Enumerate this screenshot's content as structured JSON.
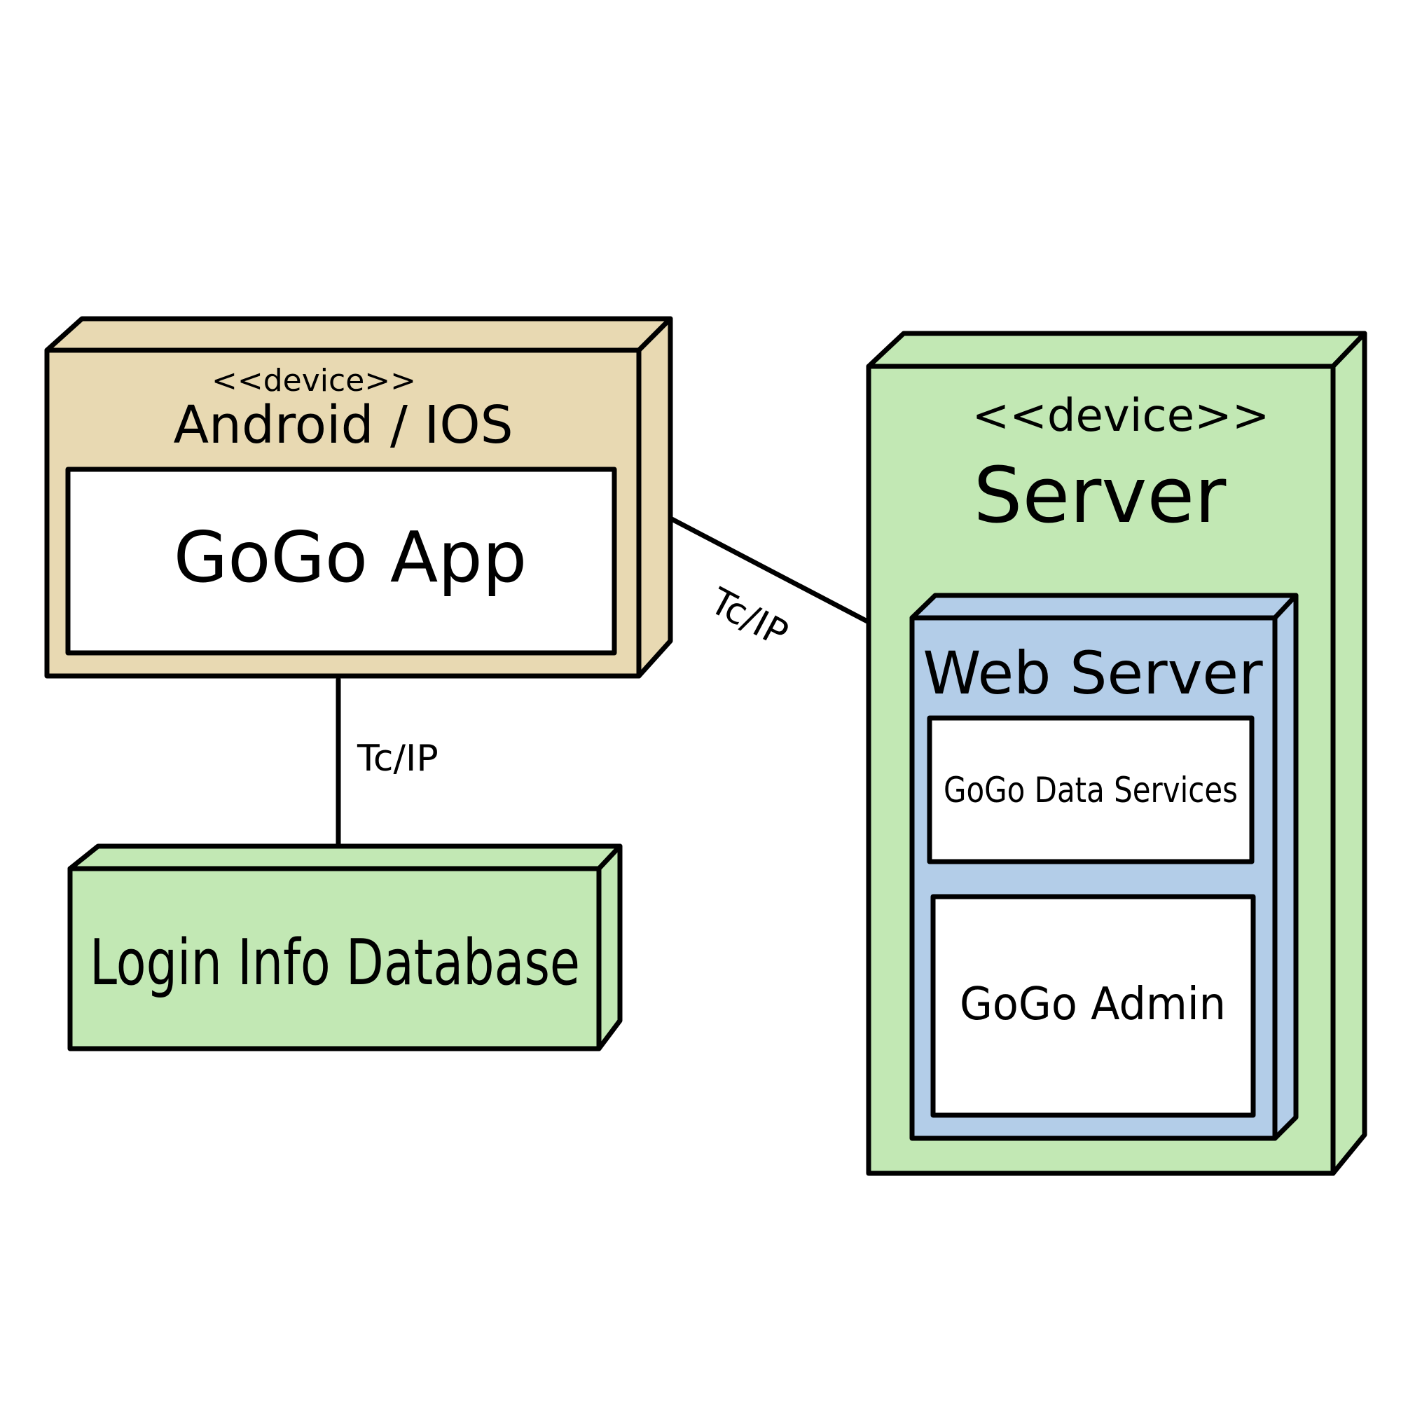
{
  "colors": {
    "ink": "#000000",
    "tan": "#e8d9b2",
    "green": "#c2e8b4",
    "blue": "#b3cde8",
    "white": "#ffffff"
  },
  "mobile_device": {
    "stereotype": "<<device>>",
    "name": "Android / IOS",
    "component": "GoGo App"
  },
  "database": {
    "name": "Login Info Database"
  },
  "server_device": {
    "stereotype": "<<device>>",
    "name": "Server",
    "web_server": {
      "name": "Web Server",
      "components": [
        "GoGo Data Services",
        "GoGo Admin"
      ]
    }
  },
  "connections": [
    {
      "from": "Android / IOS",
      "to": "Server",
      "label": "Tc/IP"
    },
    {
      "from": "Android / IOS",
      "to": "Login Info Database",
      "label": "Tc/IP"
    }
  ]
}
